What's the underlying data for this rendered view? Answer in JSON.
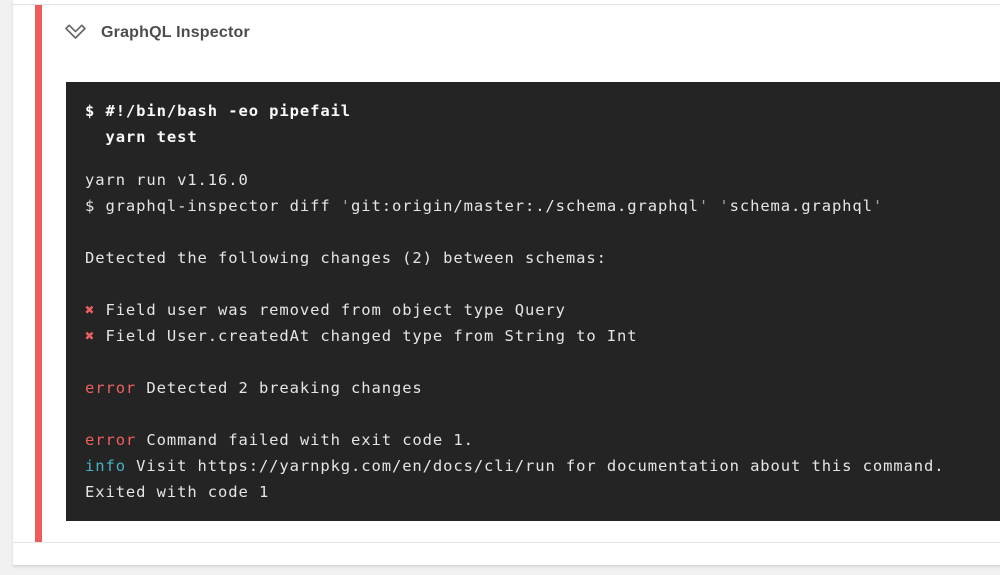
{
  "colors": {
    "accent_red": "#ee5b5b",
    "error_red": "#ef5f5f",
    "info_cyan": "#42b3c5",
    "terminal_bg": "#242424"
  },
  "step": {
    "title": "GraphQL Inspector",
    "status": "failed",
    "collapse_icon": "chevron-down"
  },
  "terminal": {
    "commands": [
      "$ #!/bin/bash -eo pipefail",
      "  yarn test"
    ],
    "output": [
      [
        {
          "t": "yarn run v1.16.0"
        }
      ],
      [
        {
          "t": "$ graphql-inspector diff "
        },
        {
          "t": "'",
          "c": "dim"
        },
        {
          "t": "git:origin/master:./schema.graphql"
        },
        {
          "t": "'",
          "c": "dim"
        },
        {
          "t": " "
        },
        {
          "t": "'",
          "c": "dim"
        },
        {
          "t": "schema.graphql"
        },
        {
          "t": "'",
          "c": "dim"
        }
      ],
      [],
      [
        {
          "t": "Detected the following changes (2) between schemas:"
        }
      ],
      [],
      [
        {
          "t": "✖",
          "c": "red"
        },
        {
          "t": " Field user was removed from object type Query"
        }
      ],
      [
        {
          "t": "✖",
          "c": "red"
        },
        {
          "t": " Field User.createdAt changed type from String to Int"
        }
      ],
      [],
      [
        {
          "t": "error",
          "c": "red"
        },
        {
          "t": " Detected 2 breaking changes"
        }
      ],
      [],
      [
        {
          "t": "error",
          "c": "red"
        },
        {
          "t": " Command failed with exit code 1."
        }
      ],
      [
        {
          "t": "info",
          "c": "cyan"
        },
        {
          "t": " Visit https://yarnpkg.com/en/docs/cli/run for documentation about this command."
        }
      ],
      [
        {
          "t": "Exited with code 1"
        }
      ]
    ]
  }
}
